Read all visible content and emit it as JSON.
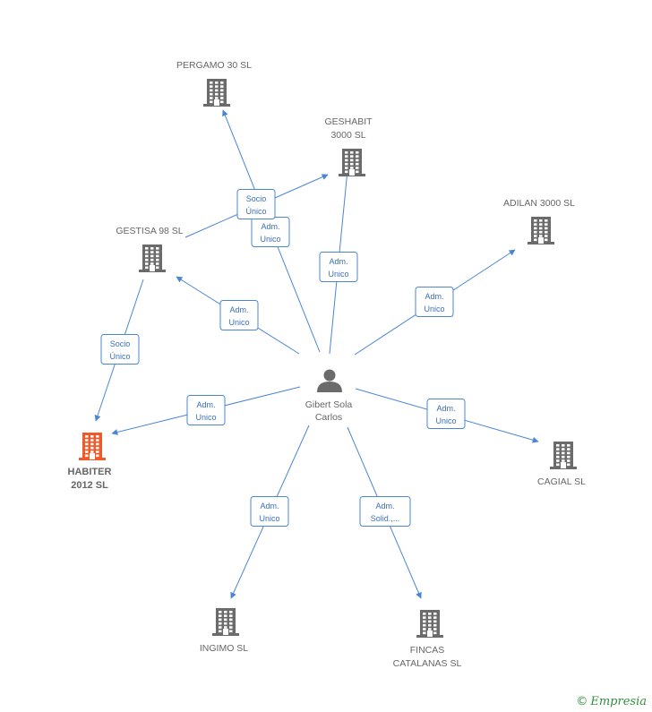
{
  "center": {
    "name_line1": "Gibert Sola",
    "name_line2": "Carlos",
    "icon": "person-icon"
  },
  "companies": [
    {
      "id": "pergamo",
      "line1": "PERGAMO 30 SL",
      "line2": "",
      "icon": "building-icon",
      "color": "#6b6b6b"
    },
    {
      "id": "geshabit",
      "line1": "GESHABIT",
      "line2": "3000 SL",
      "icon": "building-icon",
      "color": "#6b6b6b"
    },
    {
      "id": "adilan",
      "line1": "ADILAN 3000 SL",
      "line2": "",
      "icon": "building-icon",
      "color": "#6b6b6b"
    },
    {
      "id": "gestisa",
      "line1": "GESTISA 98 SL",
      "line2": "",
      "icon": "building-icon",
      "color": "#6b6b6b"
    },
    {
      "id": "habiter",
      "line1": "HABITER",
      "line2": "2012 SL",
      "icon": "building-icon",
      "color": "#f05a28",
      "focus": true
    },
    {
      "id": "cagial",
      "line1": "CAGIAL SL",
      "line2": "",
      "icon": "building-icon",
      "color": "#6b6b6b"
    },
    {
      "id": "ingimo",
      "line1": "INGIMO SL",
      "line2": "",
      "icon": "building-icon",
      "color": "#6b6b6b"
    },
    {
      "id": "fincas",
      "line1": "FINCAS",
      "line2": "CATALANAS SL",
      "icon": "building-icon",
      "color": "#6b6b6b"
    }
  ],
  "edges": [
    {
      "from": "center",
      "to": "pergamo",
      "line1": "Adm.",
      "line2": "Unico"
    },
    {
      "from": "center",
      "to": "geshabit",
      "line1": "Adm.",
      "line2": "Unico"
    },
    {
      "from": "center",
      "to": "adilan",
      "line1": "Adm.",
      "line2": "Unico"
    },
    {
      "from": "center",
      "to": "gestisa",
      "line1": "Adm.",
      "line2": "Unico"
    },
    {
      "from": "center",
      "to": "habiter",
      "line1": "Adm.",
      "line2": "Unico"
    },
    {
      "from": "center",
      "to": "cagial",
      "line1": "Adm.",
      "line2": "Unico"
    },
    {
      "from": "center",
      "to": "ingimo",
      "line1": "Adm.",
      "line2": "Unico"
    },
    {
      "from": "center",
      "to": "fincas",
      "line1": "Adm.",
      "line2": "Solid.,..."
    },
    {
      "from": "gestisa",
      "to": "geshabit",
      "line1": "Socio",
      "line2": "Único"
    },
    {
      "from": "gestisa",
      "to": "habiter",
      "line1": "Socio",
      "line2": "Único"
    }
  ],
  "footer": {
    "copyright_symbol": "©",
    "brand": "Empresia"
  },
  "colors": {
    "edge": "#4a86d4",
    "node": "#6b6b6b",
    "focus": "#f05a28",
    "brand": "#2f8f3f"
  }
}
